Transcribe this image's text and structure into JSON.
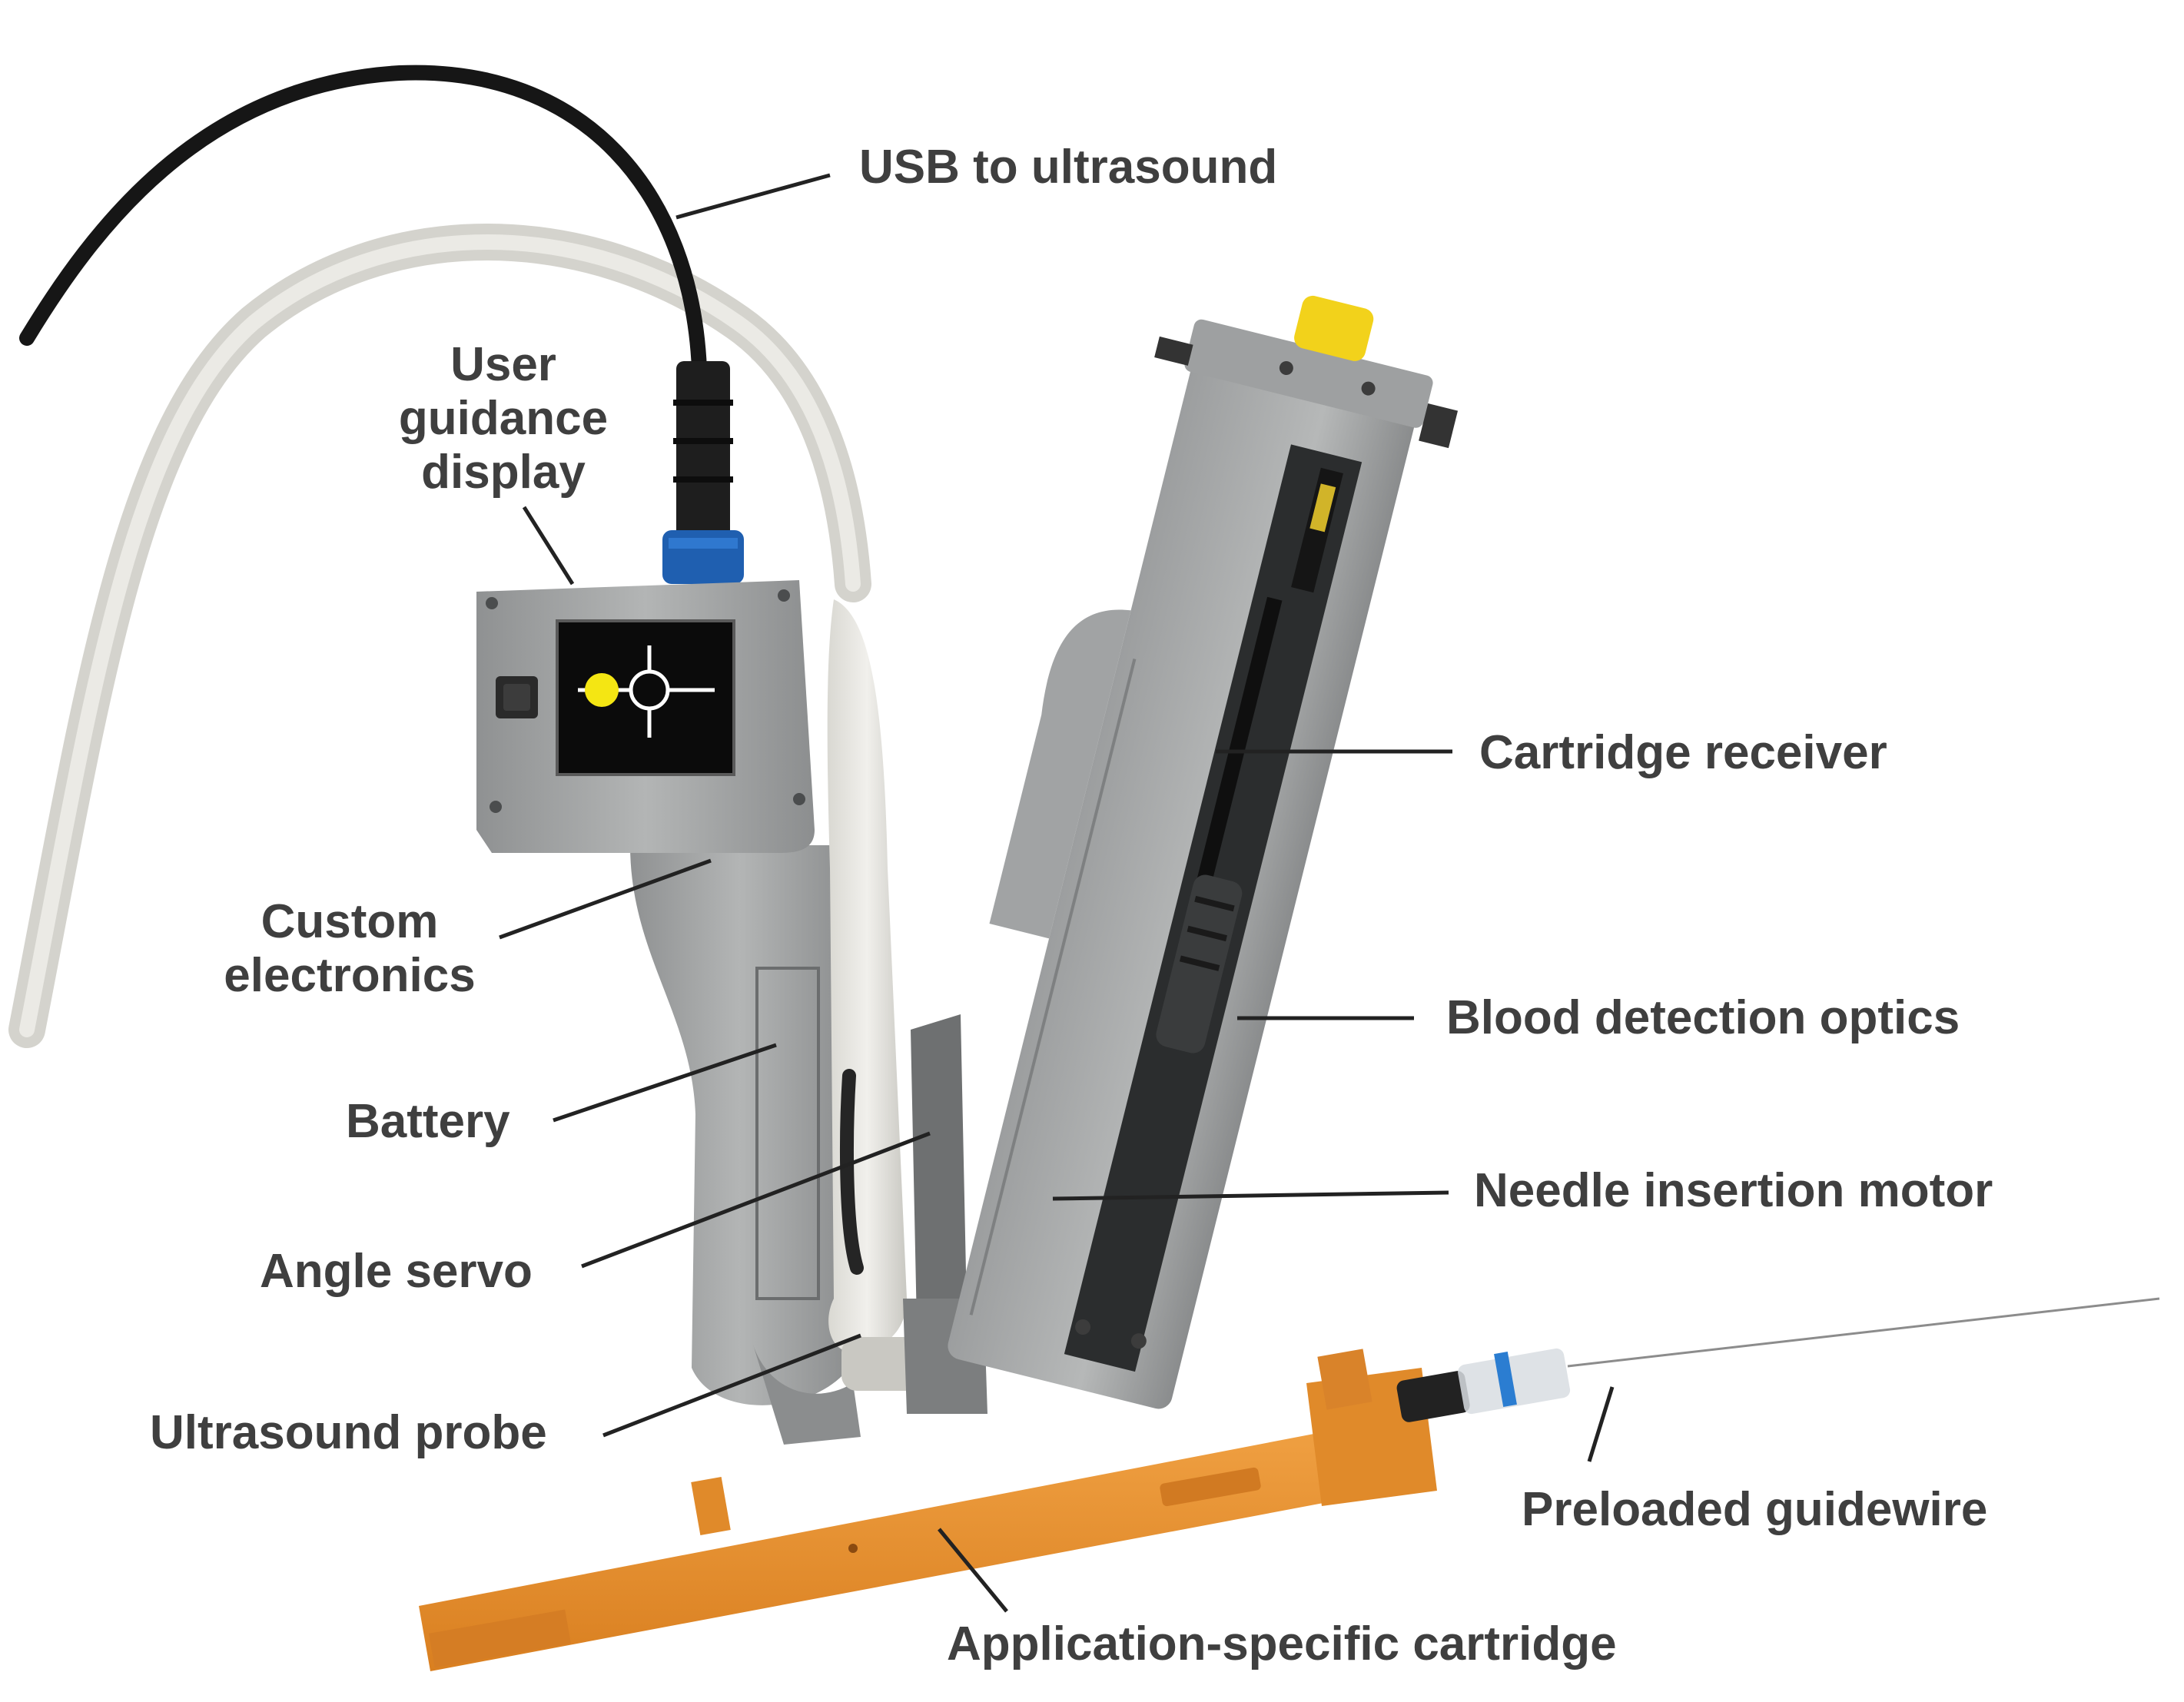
{
  "labels": {
    "usb": "USB to ultrasound",
    "display_line1": "User",
    "display_line2": "guidance",
    "display_line3": "display",
    "electronics_line1": "Custom",
    "electronics_line2": "electronics",
    "battery": "Battery",
    "servo": "Angle servo",
    "probe": "Ultrasound probe",
    "cartridge_receiver": "Cartridge receiver",
    "blood_optics": "Blood detection optics",
    "motor": "Needle insertion motor",
    "guidewire": "Preloaded guidewire",
    "cartridge": "Application-specific cartridge"
  },
  "colors": {
    "background": "#ffffff",
    "label_text": "#3f3f3f",
    "leader_line": "#222222",
    "device_gray": "#a9abab",
    "cartridge_orange": "#e8922f",
    "display_indicator": "#f4e613",
    "connector_blue": "#1f5fb0",
    "knob_yellow": "#f2d21b"
  }
}
